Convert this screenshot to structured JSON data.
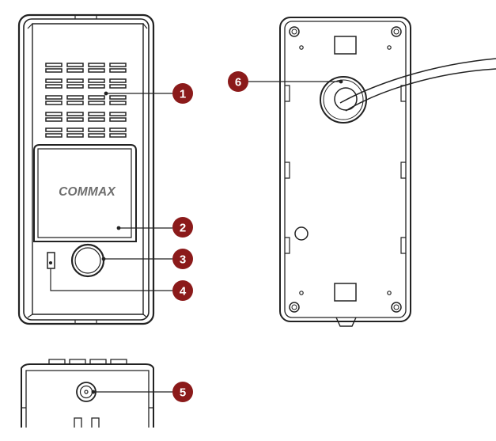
{
  "brand_label": "COMMAX",
  "colors": {
    "outline": "#222222",
    "callout_fill": "#8b1a1a",
    "callout_text": "#ffffff",
    "brand_text": "#6e6e6e"
  },
  "callouts": [
    {
      "number": "1",
      "part": "speaker-grille"
    },
    {
      "number": "2",
      "part": "name-plate"
    },
    {
      "number": "3",
      "part": "camera-lens"
    },
    {
      "number": "4",
      "part": "microphone"
    },
    {
      "number": "5",
      "part": "bottom-lens"
    },
    {
      "number": "6",
      "part": "cable-entry"
    }
  ]
}
